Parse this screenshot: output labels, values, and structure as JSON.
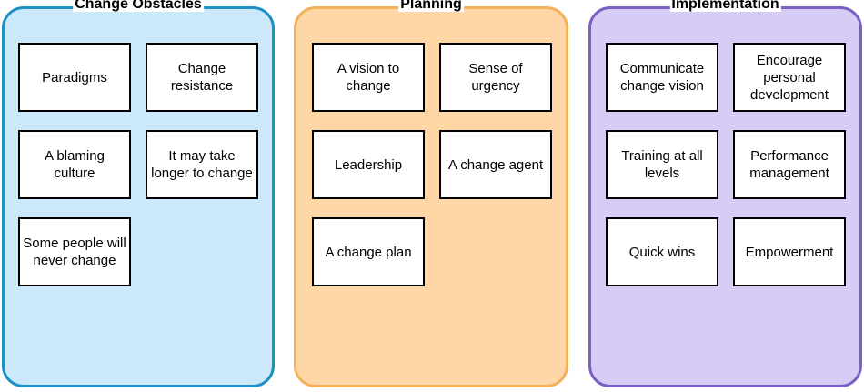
{
  "columns": [
    {
      "title": "Change Obstacles",
      "fill": "#cce8fb",
      "border": "#1e90c3",
      "cards": [
        "Paradigms",
        "Change resistance",
        "A blaming culture",
        "It may take longer to change",
        "Some people will never change"
      ]
    },
    {
      "title": "Planning",
      "fill": "#ffd6a6",
      "border": "#f2b15a",
      "cards": [
        "A vision to change",
        "Sense of urgency",
        "Leadership",
        "A change agent",
        "A change plan"
      ]
    },
    {
      "title": "Implementation",
      "fill": "#d6ccf6",
      "border": "#7b5fc4",
      "cards": [
        "Communicate change vision",
        "Encourage personal development",
        "Training at all levels",
        "Performance management",
        "Quick wins",
        "Empowerment"
      ]
    }
  ]
}
